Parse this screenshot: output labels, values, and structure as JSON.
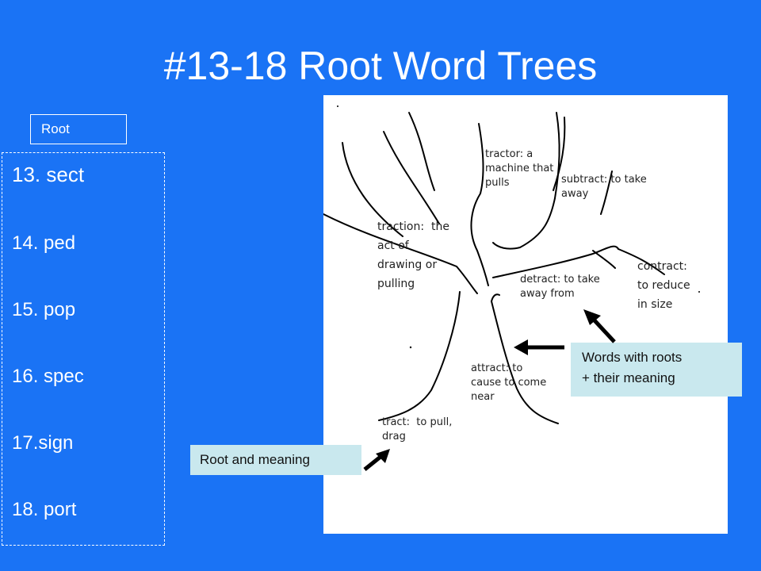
{
  "slide": {
    "title": "#13-18 Root Word Trees",
    "root_label": "Root",
    "roots": [
      "13. sect",
      "14. ped",
      "15. pop",
      "16. spec",
      "17.sign",
      "18. port"
    ]
  },
  "tree": {
    "tractor": "tractor: a\nmachine that\npulls",
    "subtract": "subtract: to take\naway",
    "traction": "traction:  the\nact of\ndrawing or\npulling",
    "contract": "contract:\nto reduce\nin size",
    "detract": "detract: to take\naway from",
    "attract": "attract: to\ncause to come\nnear",
    "tract": "tract:  to pull,\ndrag"
  },
  "callouts": {
    "words_with_roots": "Words with roots\n+ their meaning",
    "root_and_meaning": "Root and meaning"
  },
  "colors": {
    "background": "#1a73f5",
    "callout_fill": "#c9e8ee",
    "panel": "#ffffff"
  }
}
